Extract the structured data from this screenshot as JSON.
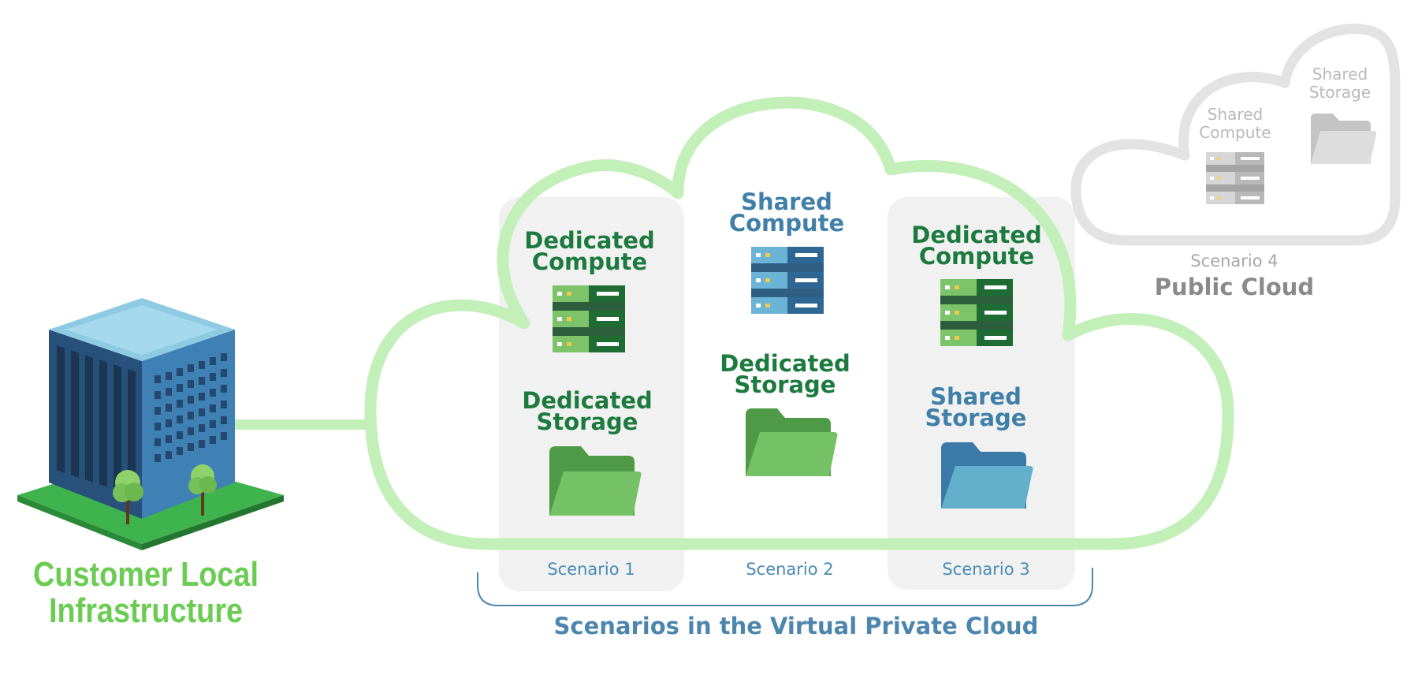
{
  "customer": {
    "line1": "Customer Local",
    "line2": "Infrastructure"
  },
  "vpc": {
    "caption": "Scenarios in the Virtual Private Cloud",
    "scenarios": [
      {
        "label": "Scenario 1",
        "compute": [
          "Dedicated",
          "Compute"
        ],
        "storage": [
          "Dedicated",
          "Storage"
        ]
      },
      {
        "label": "Scenario 2",
        "compute": [
          "Shared",
          "Compute"
        ],
        "storage": [
          "Dedicated",
          "Storage"
        ]
      },
      {
        "label": "Scenario 3",
        "compute": [
          "Dedicated",
          "Compute"
        ],
        "storage": [
          "Shared",
          "Storage"
        ]
      }
    ]
  },
  "public_cloud": {
    "scenario": "Scenario 4",
    "name": "Public Cloud",
    "compute": [
      "Shared",
      "Compute"
    ],
    "storage": [
      "Shared",
      "Storage"
    ]
  },
  "colors": {
    "cloud_outline": "#c3efb9",
    "dedicated": "#1d7a3f",
    "shared": "#3f7fa8",
    "public": "#b9b9b9",
    "customer_text": "#6acd52"
  },
  "icons": {
    "building": "office-building-icon",
    "server": "server-rack-icon",
    "folder": "folder-icon"
  }
}
